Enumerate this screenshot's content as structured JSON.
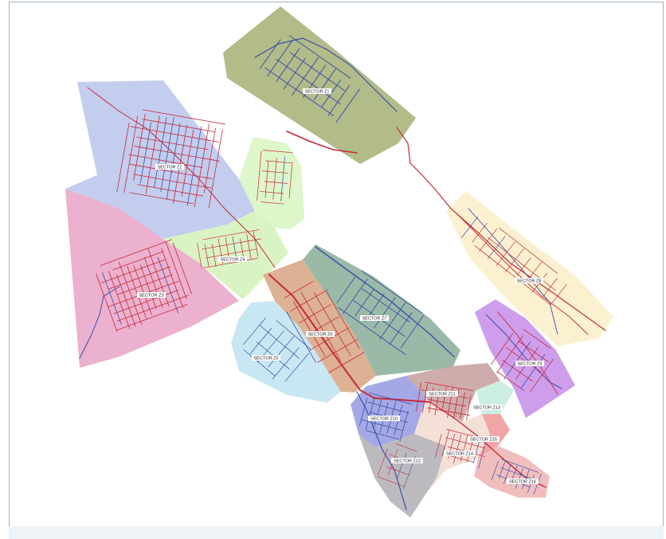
{
  "map": {
    "sectors": [
      {
        "id": "z1",
        "label": "SECTOR Z1",
        "fill": "#a8b57c"
      },
      {
        "id": "z2",
        "label": "SECTOR Z2",
        "fill": "#bcc8ec"
      },
      {
        "id": "z3",
        "label": "SECTOR Z3",
        "fill": "#eaa9c9"
      },
      {
        "id": "z4",
        "label": "SECTOR Z4",
        "fill": "#d6f2bd"
      },
      {
        "id": "z4b",
        "label": "",
        "fill": "#d9f5c4"
      },
      {
        "id": "z5",
        "label": "SECTOR Z5",
        "fill": "#c2e4f2"
      },
      {
        "id": "z6",
        "label": "SECTOR Z6",
        "fill": "#d9a987"
      },
      {
        "id": "z7",
        "label": "SECTOR Z7",
        "fill": "#8fb39d"
      },
      {
        "id": "z8",
        "label": "SECTOR Z8",
        "fill": "#fbf0cc"
      },
      {
        "id": "z9",
        "label": "SECTOR Z9",
        "fill": "#c993ea"
      },
      {
        "id": "z10",
        "label": "SECTOR Z10",
        "fill": "#9aa0e2"
      },
      {
        "id": "z11",
        "label": "SECTOR Z11",
        "fill": "#c9a3a3"
      },
      {
        "id": "z12",
        "label": "SECTOR Z12",
        "fill": "#b6b3b8"
      },
      {
        "id": "z13",
        "label": "SECTOR Z13",
        "fill": "#c8ecdf"
      },
      {
        "id": "z14",
        "label": "SECTOR Z14",
        "fill": "#f4ddd3"
      },
      {
        "id": "z15",
        "label": "SECTOR Z15",
        "fill": "#ee9c9c"
      },
      {
        "id": "z16",
        "label": "SECTOR Z16",
        "fill": "#efb7b7"
      }
    ],
    "colors": {
      "pipe_red": "#c42a3a",
      "pipe_blue": "#3c4fa8",
      "frame": "#9fb3c4"
    }
  }
}
